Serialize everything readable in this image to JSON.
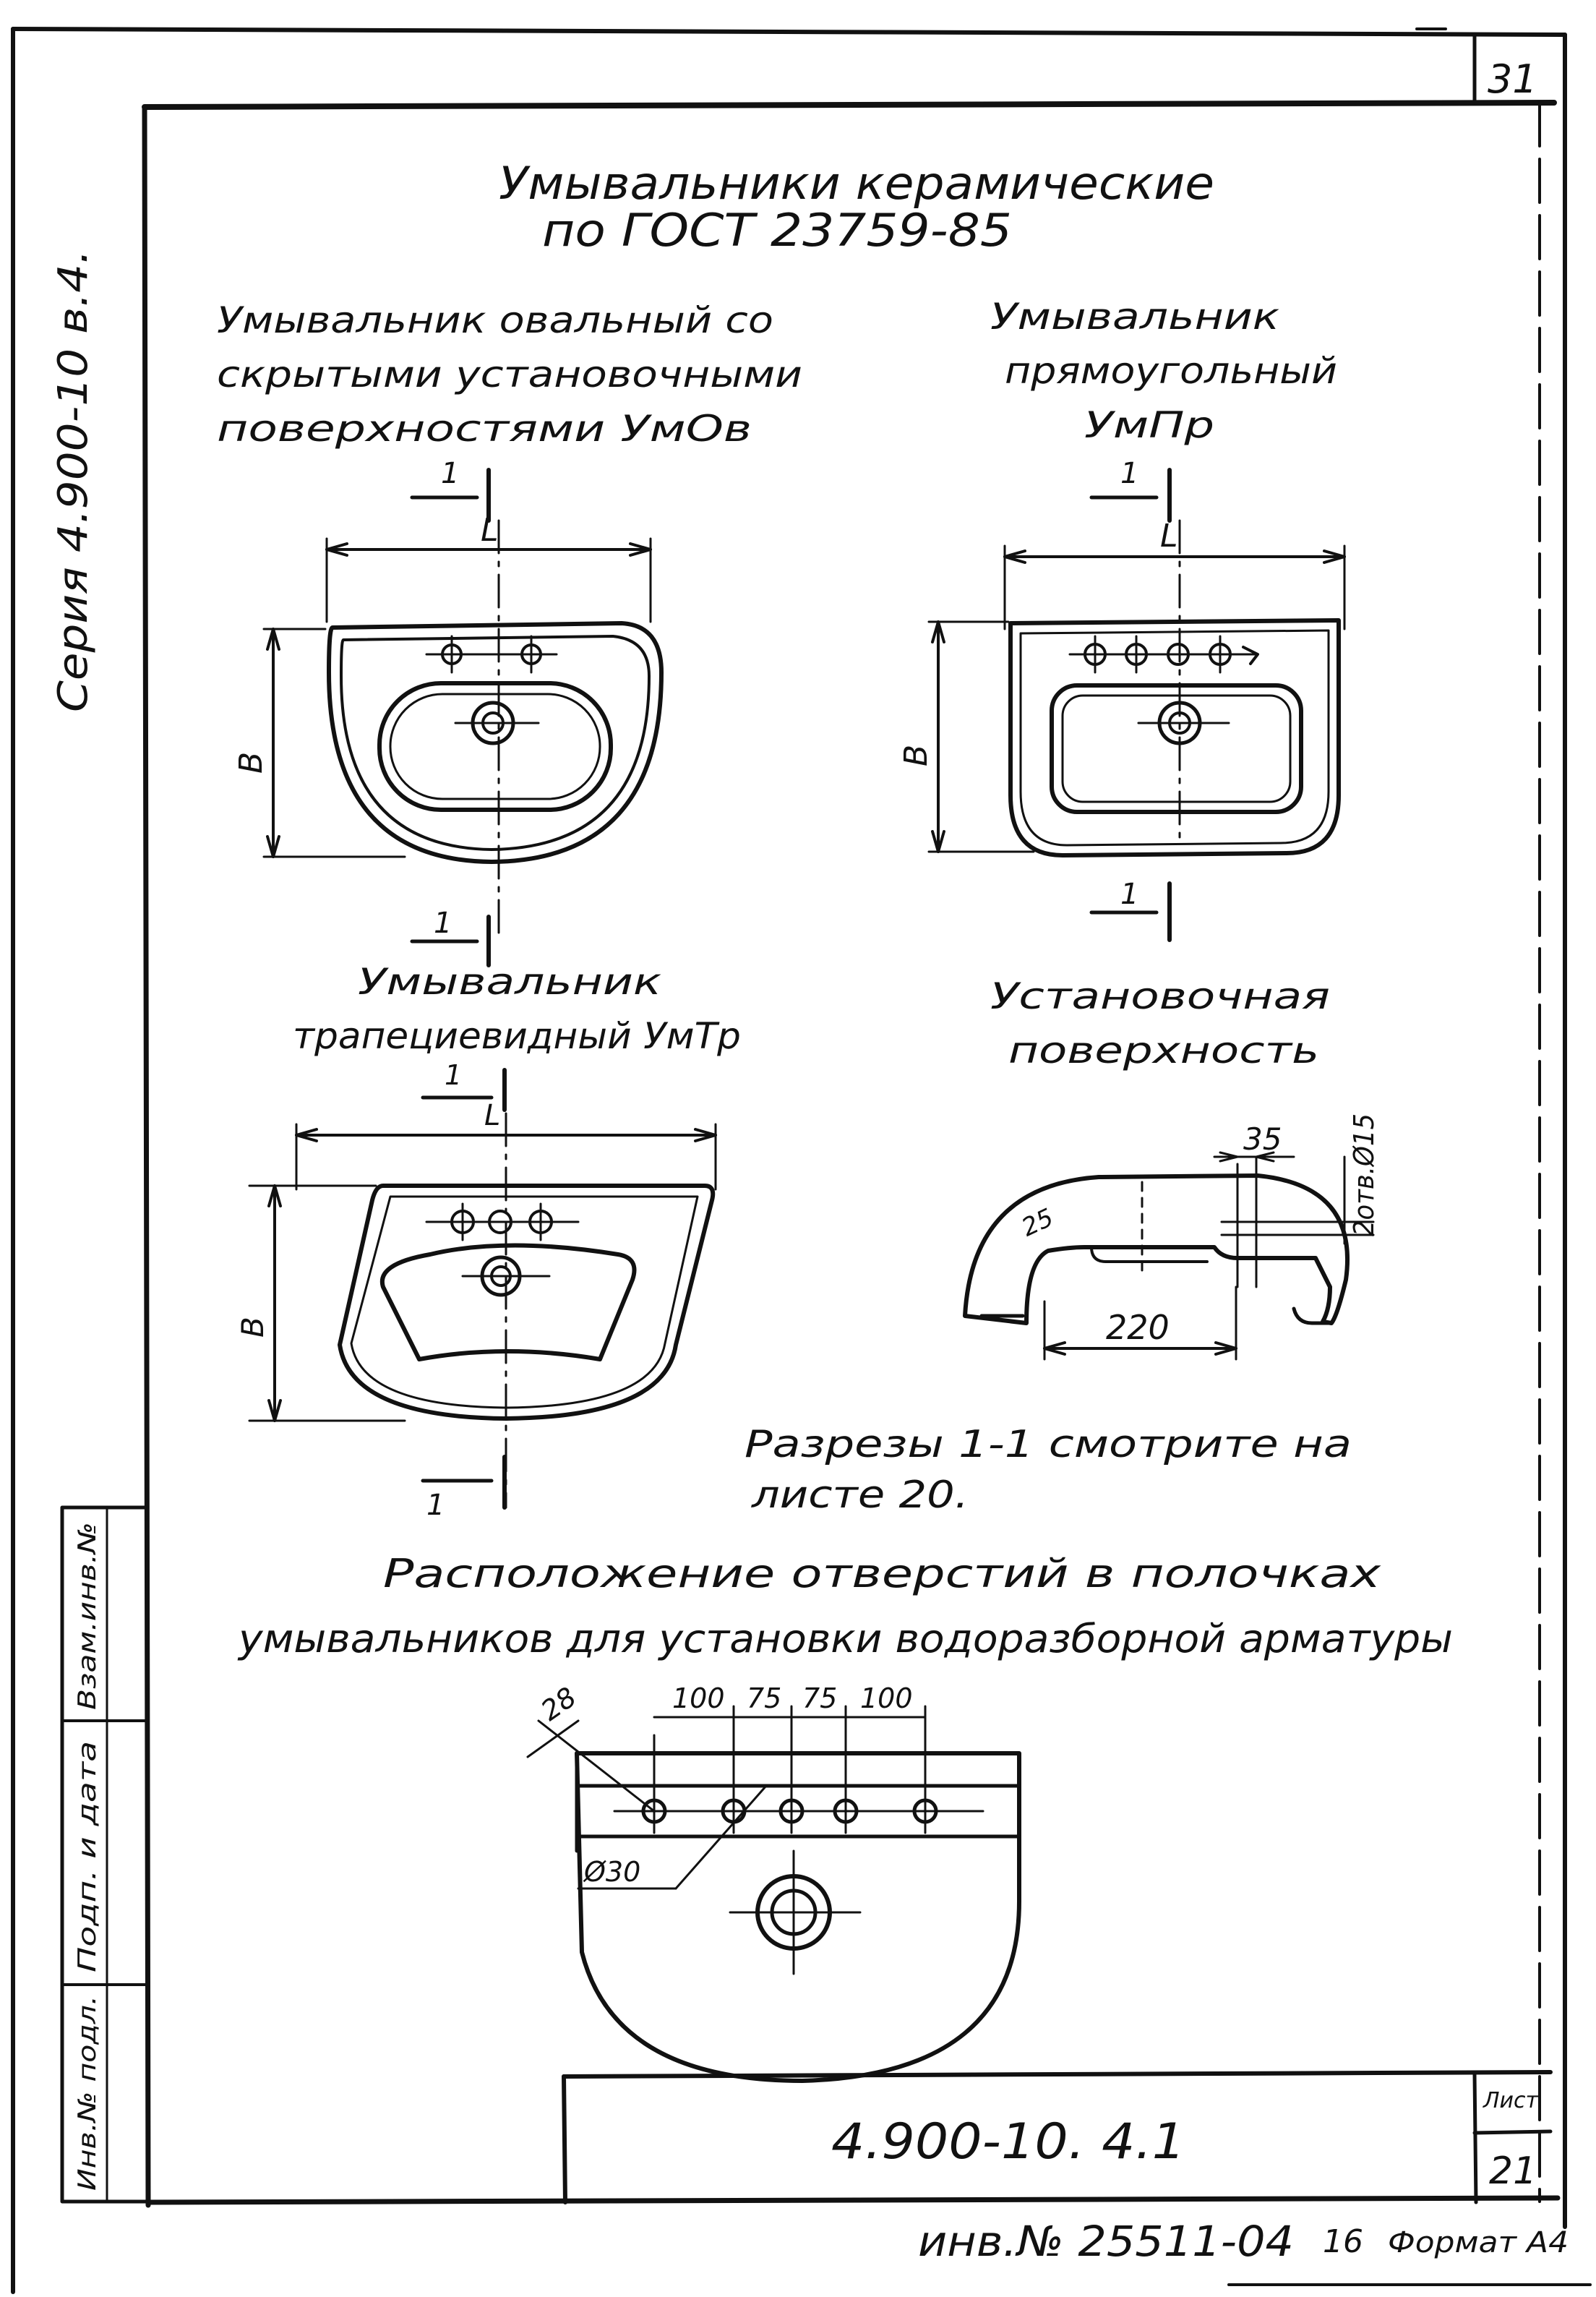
{
  "sheet": {
    "page_number": "31",
    "series": "Серия 4.900-10 в.4.",
    "title_line1": "Умывальники керамические",
    "title_line2": "по ГОСТ 23759-85",
    "designation": "4.900-10. 4.1",
    "sheet_label": "Лист",
    "sheet_number": "21",
    "inventory": "инв.№ 25511-04",
    "copy_number": "16",
    "format": "Формат А4"
  },
  "side_stamp": {
    "replaced_inv": "Взам.инв.№",
    "signature_date": "Подп. и дата",
    "original_inv": "Инв.№ подл."
  },
  "oval": {
    "caption_line1": "Умывальник овальный со",
    "caption_line2": "скрытыми установочными",
    "caption_line3": "поверхностями УмОв",
    "length_label": "L",
    "width_label": "B",
    "section_label": "1"
  },
  "rect": {
    "caption_line1": "Умывальник",
    "caption_line2": "прямоугольный",
    "caption_line3": "УмПр",
    "length_label": "L",
    "width_label": "B",
    "section_label": "1"
  },
  "trap": {
    "caption_line1": "Умывальник",
    "caption_line2": "трапециевидный УмТр",
    "length_label": "L",
    "width_label": "B",
    "section_label": "1"
  },
  "mount": {
    "caption_line1": "Установочная",
    "caption_line2": "поверхность",
    "dim_35": "35",
    "dim_bolts": "2отв.Ø15",
    "dim_220": "220",
    "mark": "25"
  },
  "note": {
    "line1": "Разрезы 1-1 смотрите на",
    "line2": "листе 20."
  },
  "holes": {
    "title_line1": "Расположение отверстий в полочках",
    "title_line2": "умывальников для установки водоразборной арматуры",
    "dim_28": "28",
    "dim_100a": "100",
    "dim_75a": "75",
    "dim_75b": "75",
    "dim_100b": "100",
    "dim_diam30": "Ø30"
  }
}
